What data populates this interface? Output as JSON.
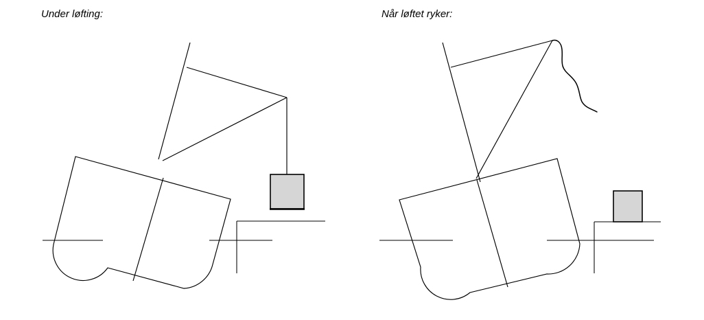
{
  "figure": {
    "title_left": "Under løfting:",
    "title_right": "Når løftet ryker:",
    "background_color": "#ffffff",
    "ink_color": "#000000",
    "load_fill_color": "#d6d6d6"
  },
  "panels": [
    {
      "id": "during-lift",
      "caption": "Under løfting:",
      "state": "lifting",
      "crane": {
        "mast_label": "mast",
        "jib_label": "jib",
        "pendant_label": "pendant",
        "hoist_label": "hoist-cable",
        "cable_intact": true
      },
      "vessel": {
        "label": "crane-vessel",
        "heel_direction": "starboard",
        "heel_degrees": 15
      },
      "load": {
        "label": "suspended-load",
        "position": "airborne",
        "fill": "#d6d6d6"
      },
      "quay": {
        "label": "quay",
        "position": "right"
      },
      "waterline": {
        "label": "waterline"
      }
    },
    {
      "id": "lift-breaks",
      "caption": "Når løftet ryker:",
      "state": "cable-snapped",
      "crane": {
        "mast_label": "mast",
        "jib_label": "jib",
        "pendant_label": "pendant",
        "hoist_label": "snapped-cable",
        "cable_intact": false
      },
      "vessel": {
        "label": "crane-vessel",
        "heel_direction": "port",
        "heel_degrees": 15
      },
      "load": {
        "label": "landed-load",
        "position": "on-quay",
        "fill": "#d6d6d6"
      },
      "quay": {
        "label": "quay",
        "position": "right"
      },
      "waterline": {
        "label": "waterline"
      }
    }
  ]
}
